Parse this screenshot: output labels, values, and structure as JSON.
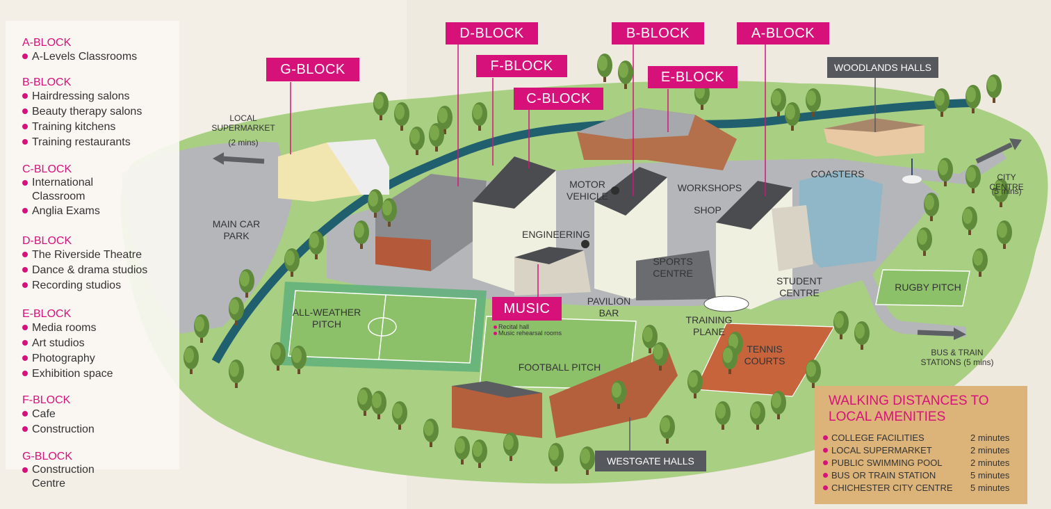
{
  "legend": [
    {
      "title": "A-BLOCK",
      "items": [
        "A-Levels Classrooms"
      ]
    },
    {
      "title": "B-BLOCK",
      "items": [
        "Hairdressing salons",
        "Beauty therapy salons",
        "Training kitchens",
        "Training restaurants"
      ]
    },
    {
      "title": "C-BLOCK",
      "items": [
        "International Classroom",
        "Anglia Exams"
      ]
    },
    {
      "title": "D-BLOCK",
      "items": [
        "The Riverside Theatre",
        "Dance & drama studios",
        "Recording studios"
      ]
    },
    {
      "title": "E-BLOCK",
      "items": [
        "Media rooms",
        "Art studios",
        "Photography",
        "Exhibition space"
      ]
    },
    {
      "title": "F-BLOCK",
      "items": [
        "Cafe",
        "Construction"
      ]
    },
    {
      "title": "G-BLOCK",
      "items": [
        "Construction Centre"
      ]
    }
  ],
  "block_labels": {
    "d": "D-BLOCK",
    "b": "B-BLOCK",
    "a": "A-BLOCK",
    "g": "G-BLOCK",
    "f": "F-BLOCK",
    "e": "E-BLOCK",
    "c": "C-BLOCK",
    "music": "MUSIC"
  },
  "halls": {
    "woodlands": "WOODLANDS HALLS",
    "westgate": "WESTGATE HALLS"
  },
  "music_notes": [
    "Recital hall",
    "Music rehearsal rooms"
  ],
  "places": {
    "local_supermarket": "LOCAL SUPERMARKET",
    "local_supermarket_time": "(2 mins)",
    "main_car_park": "MAIN CAR PARK",
    "all_weather_pitch": "ALL-WEATHER PITCH",
    "football_pitch": "FOOTBALL PITCH",
    "engineering": "ENGINEERING",
    "motor_vehicle": "MOTOR VEHICLE",
    "workshops": "WORKSHOPS",
    "shop": "SHOP",
    "coasters": "COASTERS",
    "sports_centre": "SPORTS CENTRE",
    "pavilion_bar": "PAVILION BAR",
    "training_plane": "TRAINING PLANE",
    "student_centre": "STUDENT CENTRE",
    "tennis_courts": "TENNIS COURTS",
    "rugby_pitch": "RUGBY PITCH",
    "city_centre": "CITY CENTRE",
    "city_centre_time": "(5 mins)",
    "bus_train": "BUS & TRAIN STATIONS (5 mins)"
  },
  "walking": {
    "title": "WALKING DISTANCES TO LOCAL AMENITIES",
    "rows": [
      {
        "name": "COLLEGE FACILITIES",
        "time": "2 minutes"
      },
      {
        "name": "LOCAL SUPERMARKET",
        "time": "2 minutes"
      },
      {
        "name": "PUBLIC SWIMMING POOL",
        "time": "2 minutes"
      },
      {
        "name": "BUS OR TRAIN STATION",
        "time": "5 minutes"
      },
      {
        "name": "CHICHESTER CITY CENTRE",
        "time": "5 minutes"
      }
    ]
  },
  "colors": {
    "accent": "#d6127a",
    "grass": "#a9cf83",
    "road": "#b4b6b9",
    "river": "#1f5f6e",
    "roof": "#4a4c50",
    "walk_panel": "#dcb47a"
  },
  "icons": [
    "tree-icon",
    "arrow-icon",
    "bullet-icon",
    "sign-post-icon"
  ]
}
